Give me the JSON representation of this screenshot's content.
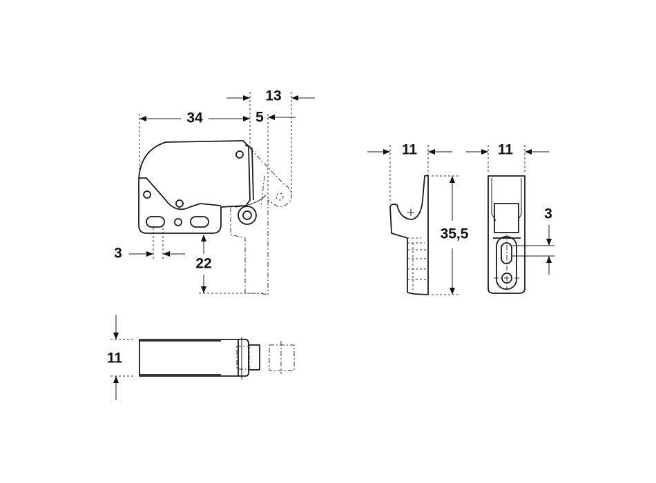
{
  "dimensions": {
    "front_width": "34",
    "front_offset": "5",
    "front_overall": "13",
    "slot_width": "3",
    "slot_height": "22",
    "top_height": "11",
    "striker_side_width": "11",
    "striker_height": "35,5",
    "striker_front_width": "11",
    "striker_slot": "3"
  },
  "colors": {
    "line": "#1a1a1a",
    "background": "#ffffff"
  }
}
